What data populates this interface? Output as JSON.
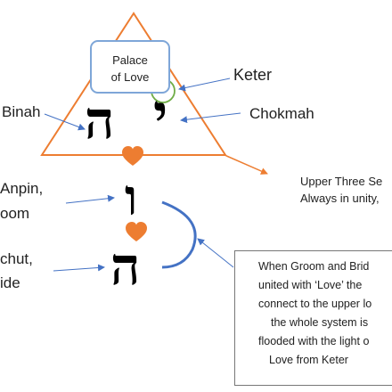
{
  "labels": {
    "palace_line1": "Palace",
    "palace_line2": "of Love",
    "keter": "Keter",
    "binah": "Binah",
    "chokmah": "Chokmah",
    "upper_three_line1": "Upper Three Se",
    "upper_three_line2": "Always in unity,",
    "zeir_anpin_line1": "Anpin,",
    "zeir_anpin_line2": "oom",
    "malchut_line1": "chut,",
    "malchut_line2": "ide",
    "note_lines": [
      "When Groom and Brid",
      "united with ‘Love’ the",
      "connect to the upper lo",
      "the whole system is",
      "flooded with the light o",
      "Love from Keter"
    ]
  },
  "letters": {
    "yod": "י",
    "he_upper": "ה",
    "vav": "ו",
    "he_lower": "ה"
  },
  "colors": {
    "triangle": "#ed7d31",
    "heart": "#ed7d31",
    "arrow_blue": "#4472c4",
    "arc_blue": "#4472c4",
    "circle_green": "#70ad47",
    "palace_border": "#7ea6d8",
    "note_border": "#777777"
  }
}
